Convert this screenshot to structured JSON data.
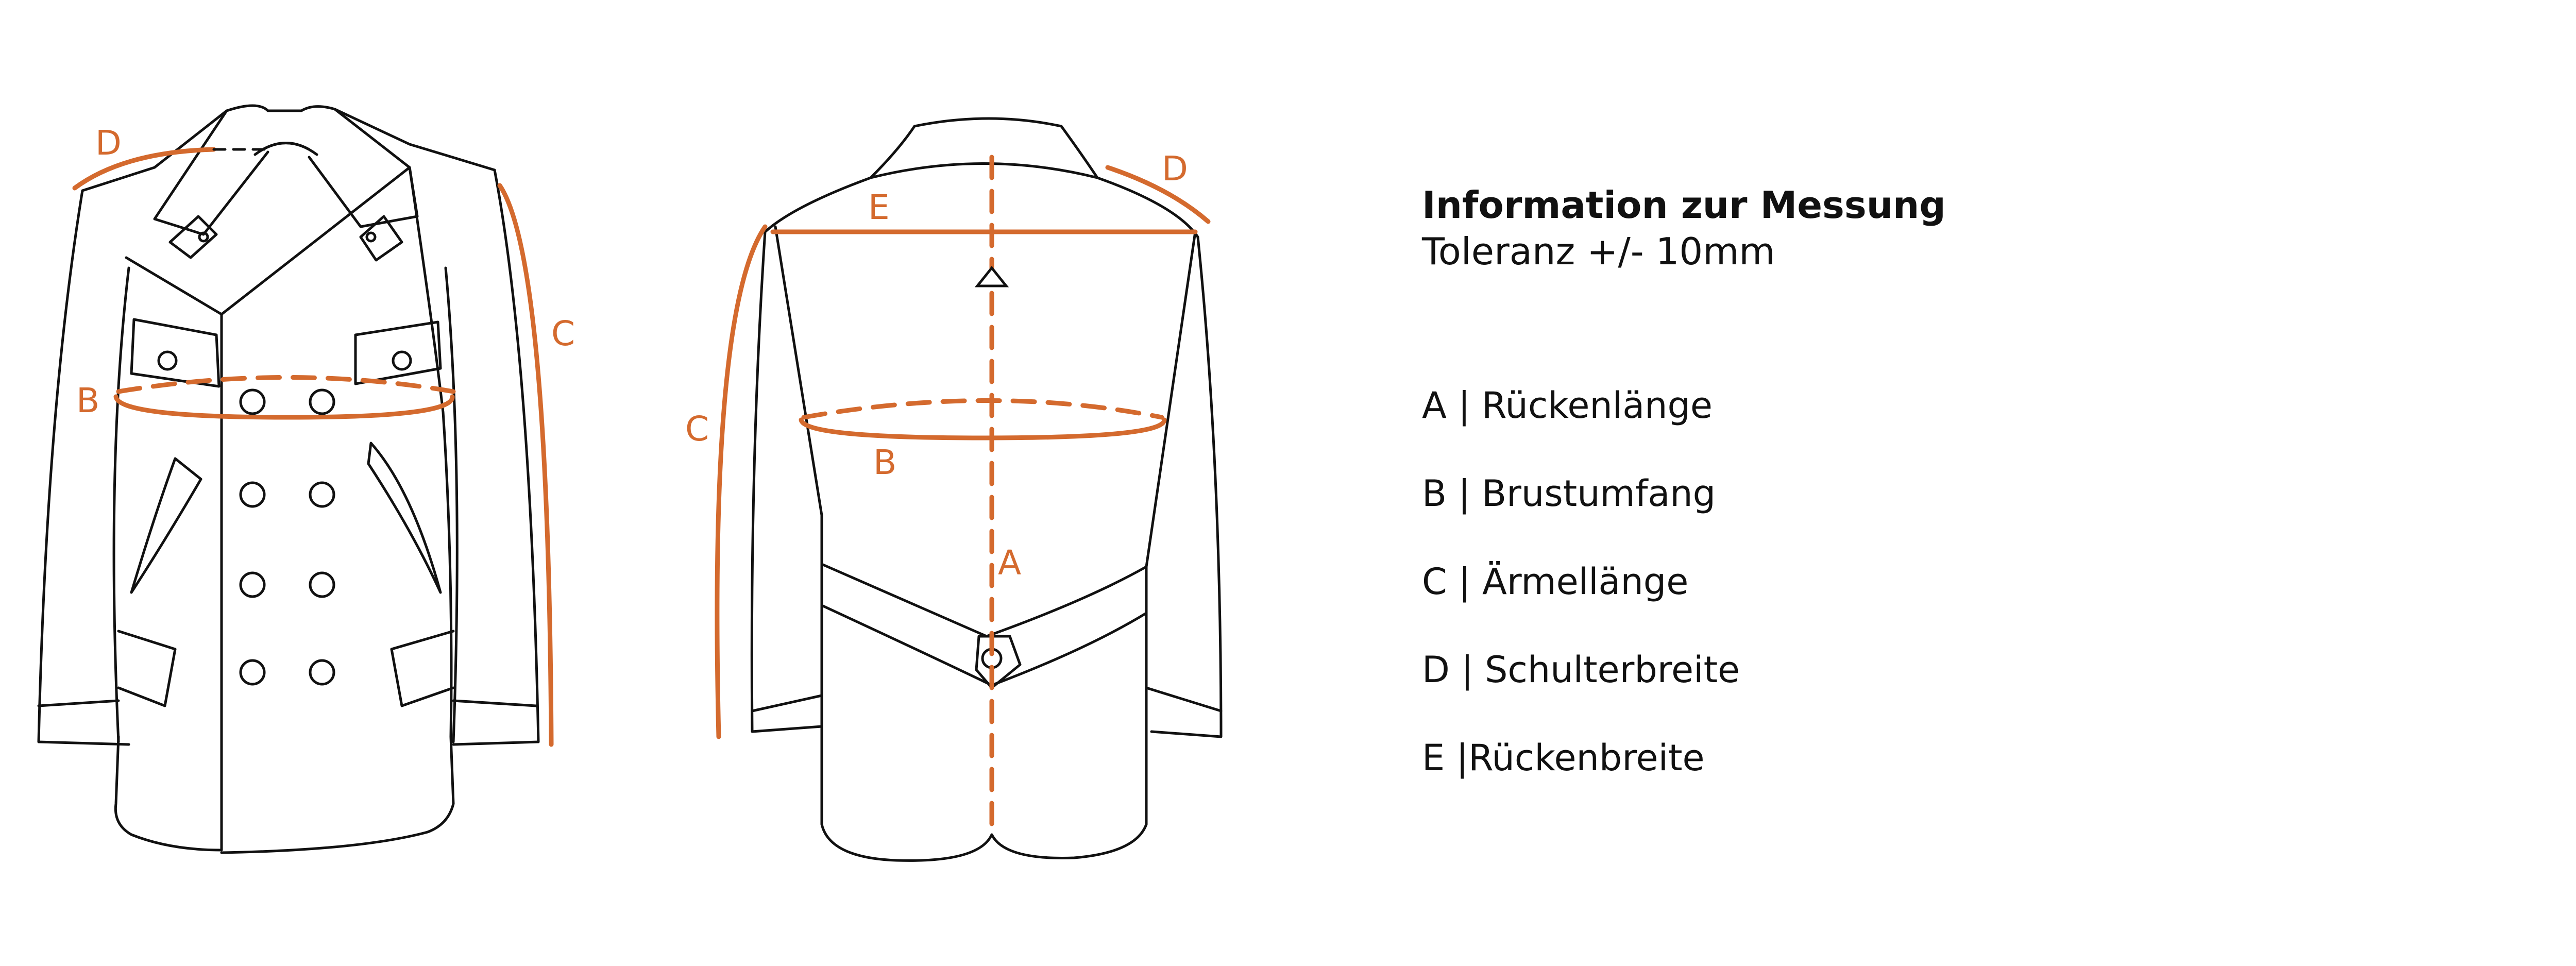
{
  "info": {
    "title": "Information zur Messung",
    "subtitle": "Toleranz +/- 10mm",
    "items": [
      "A | Rückenlänge",
      "B | Brustumfang",
      "C | Ärmellänge",
      "D | Schulterbreite",
      "E |Rückenbreite"
    ]
  },
  "markers": {
    "front_d": "D",
    "front_c": "C",
    "front_b": "B",
    "back_e": "E",
    "back_d": "D",
    "back_c": "C",
    "back_b": "B",
    "back_a": "A"
  },
  "colors": {
    "accent": "#d46a2e",
    "outline": "#111111"
  }
}
